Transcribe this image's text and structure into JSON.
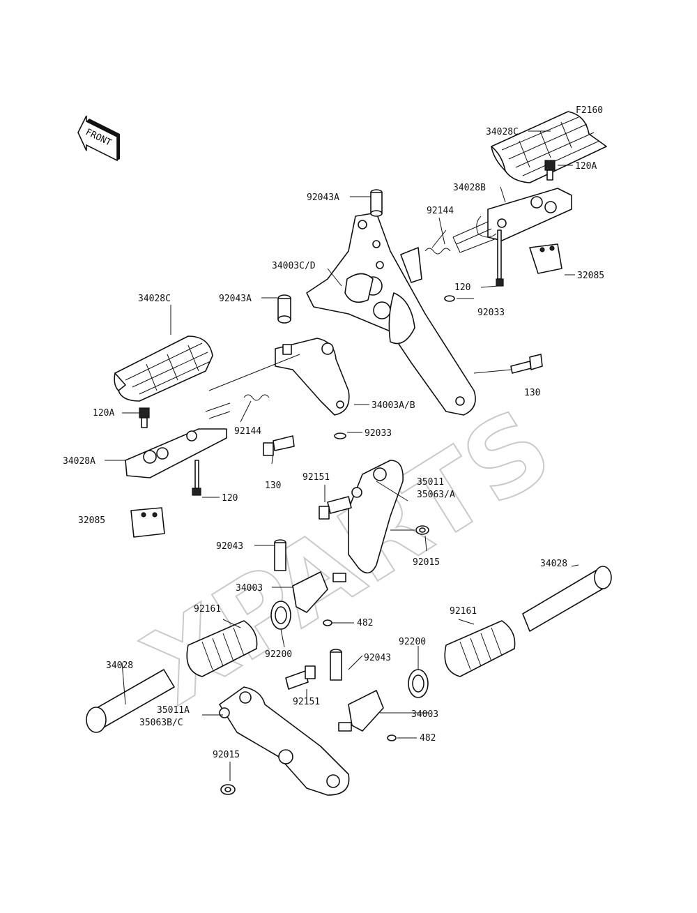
{
  "diagram": {
    "code": "F2160",
    "front_label": "FRONT",
    "watermark": "XPARTS",
    "labels": {
      "l01": "34028C",
      "l02": "120A",
      "l03": "34028B",
      "l04": "92043A",
      "l05": "92144",
      "l06": "34003C/D",
      "l07": "32085",
      "l08": "120",
      "l09": "92033",
      "l10": "92043A",
      "l11": "34028C",
      "l12": "130",
      "l13": "120A",
      "l14": "34003A/B",
      "l15": "92144",
      "l16": "92033",
      "l17": "34028A",
      "l18": "130",
      "l19": "120",
      "l20": "92151",
      "l21": "35011",
      "l22": "35063/A",
      "l23": "32085",
      "l24": "92043",
      "l25": "92015",
      "l26": "34028",
      "l27": "34003",
      "l28": "482",
      "l29": "92161",
      "l30": "92161",
      "l31": "92200",
      "l32": "92200",
      "l33": "34028",
      "l34": "92043",
      "l35": "92151",
      "l36": "35011A",
      "l37": "35063B/C",
      "l38": "34003",
      "l39": "482",
      "l40": "92015"
    }
  }
}
